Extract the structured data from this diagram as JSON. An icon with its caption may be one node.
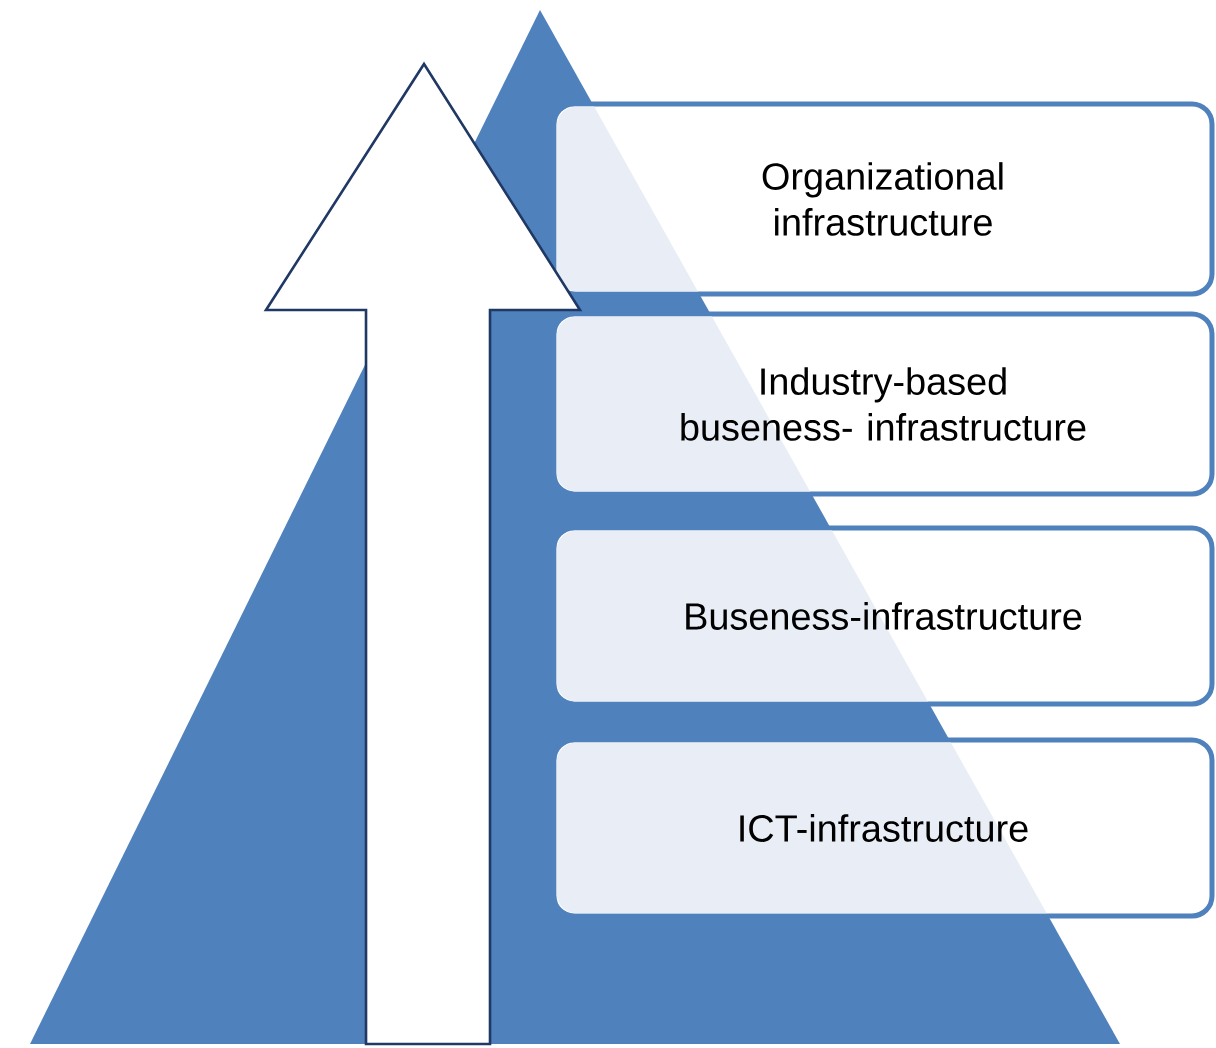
{
  "diagram": {
    "nodes": [
      {
        "text": [
          "Organizational infrastructure"
        ]
      },
      {
        "text": [
          "Industry-based buseness- infrastructure"
        ]
      },
      {
        "text": [
          "Buseness-infrastructure"
        ]
      },
      {
        "text": [
          "ICT-infrastructure"
        ]
      }
    ]
  }
}
